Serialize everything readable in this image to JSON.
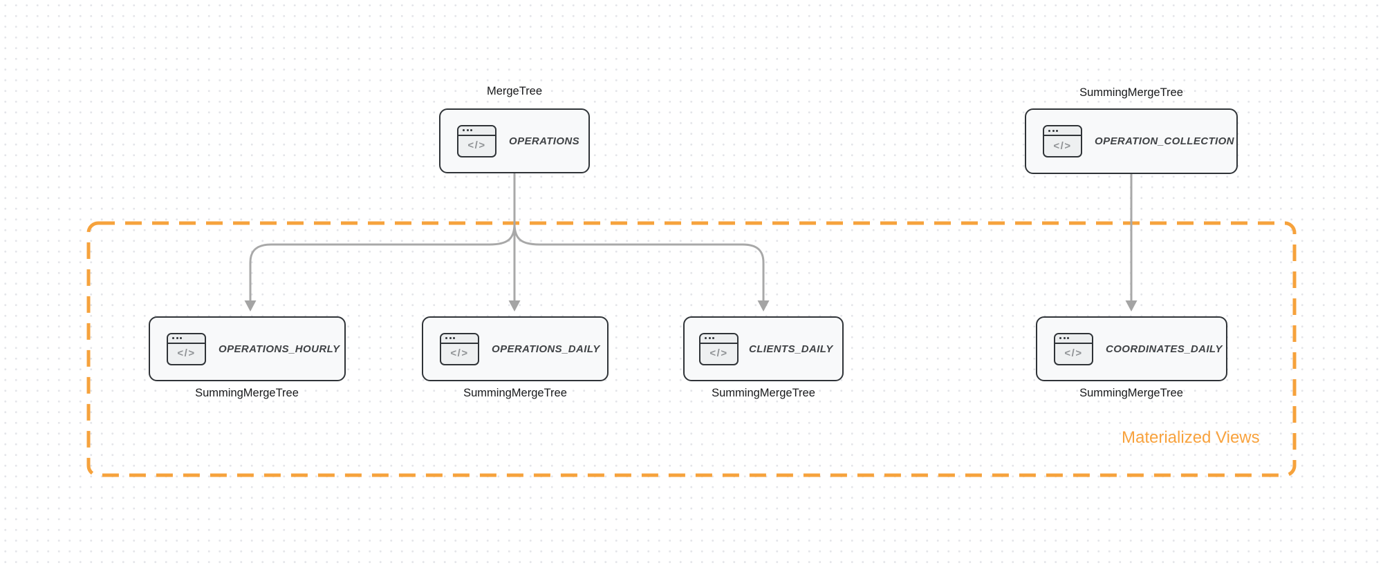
{
  "diagram": {
    "group_label": "Materialized Views",
    "icon_glyph": "</>",
    "nodes": [
      {
        "table": "OPERATIONS",
        "engine": "MergeTree",
        "engine_position": "above"
      },
      {
        "table": "OPERATION_COLLECTION",
        "engine": "SummingMergeTree",
        "engine_position": "above"
      },
      {
        "table": "OPERATIONS_HOURLY",
        "engine": "SummingMergeTree",
        "engine_position": "below"
      },
      {
        "table": "OPERATIONS_DAILY",
        "engine": "SummingMergeTree",
        "engine_position": "below"
      },
      {
        "table": "CLIENTS_DAILY",
        "engine": "SummingMergeTree",
        "engine_position": "below"
      },
      {
        "table": "COORDINATES_DAILY",
        "engine": "SummingMergeTree",
        "engine_position": "below"
      }
    ],
    "edges": [
      {
        "from": "OPERATIONS",
        "to": "OPERATIONS_HOURLY"
      },
      {
        "from": "OPERATIONS",
        "to": "OPERATIONS_DAILY"
      },
      {
        "from": "OPERATIONS",
        "to": "CLIENTS_DAILY"
      },
      {
        "from": "OPERATION_COLLECTION",
        "to": "COORDINATES_DAILY"
      }
    ],
    "colors": {
      "accent_orange": "#F6A23C",
      "node_border": "#2F3337",
      "node_fill": "#F8F9FA",
      "arrow_gray": "#A8A8A8"
    }
  }
}
